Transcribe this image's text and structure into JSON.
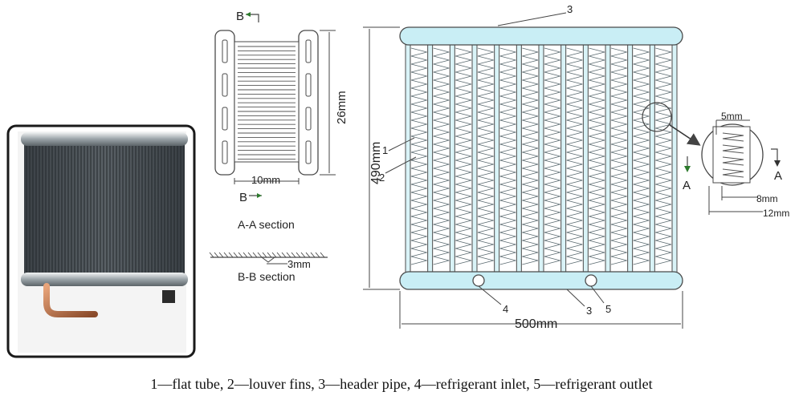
{
  "photo": {
    "label": "photo of heat exchanger"
  },
  "section_aa": {
    "marker_top": "B",
    "marker_bottom": "B",
    "height_dim": "26mm",
    "width_dim": "10mm",
    "title": "A-A section"
  },
  "section_bb": {
    "dim": "3mm",
    "title": "B-B section"
  },
  "main": {
    "height_dim": "490mm",
    "width_dim": "500mm",
    "callouts": {
      "flat_tube": "1",
      "louver_fins": "2",
      "header_top": "3",
      "header_bottom": "3",
      "inlet": "4",
      "outlet": "5"
    }
  },
  "detail": {
    "dim_5": "5mm",
    "dim_8": "8mm",
    "dim_12": "12mm",
    "section_left": "A",
    "section_right": "A"
  },
  "caption": "1—flat tube, 2—louver fins, 3—header pipe, 4—refrigerant inlet, 5—refrigerant outlet",
  "colors": {
    "header_fill": "#c9eef5",
    "tube_fill": "#d9f3f7",
    "outline": "#4a4a4a",
    "arrow_green": "#2d7a2d",
    "photo_frame": "#1a1a1a"
  }
}
